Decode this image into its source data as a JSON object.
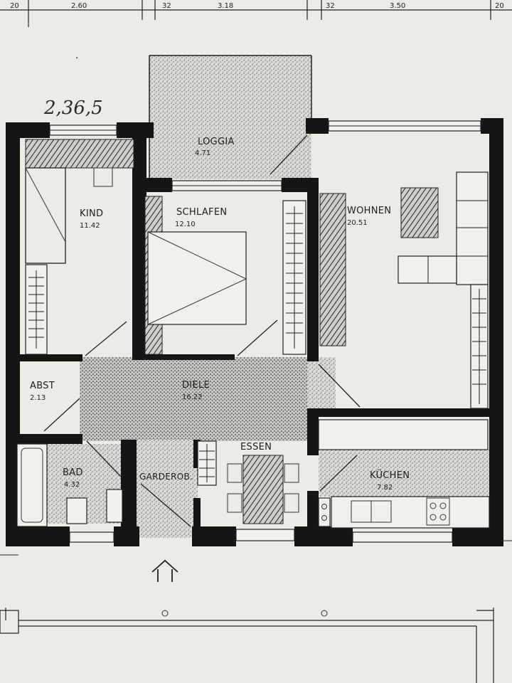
{
  "handwritten_note": "2,36,5",
  "dimensions_top": [
    "20",
    "2.60",
    "32",
    "3.18",
    "32",
    "3.50",
    "20"
  ],
  "rooms": {
    "loggia": {
      "label": "LOGGIA",
      "area": "4.71"
    },
    "kind": {
      "label": "KIND",
      "area": "11.42"
    },
    "schlafen": {
      "label": "SCHLAFEN",
      "area": "12.10"
    },
    "wohnen": {
      "label": "WOHNEN",
      "area": "20.51"
    },
    "abst": {
      "label": "ABST",
      "area": "2.13"
    },
    "diele": {
      "label": "DIELE",
      "area": "16.22"
    },
    "essen": {
      "label": "ESSEN"
    },
    "bad": {
      "label": "BAD",
      "area": "4.32"
    },
    "garderobe": {
      "label": "GARDEROB."
    },
    "kuechen": {
      "label": "KÜCHEN",
      "area": "7.82"
    }
  }
}
